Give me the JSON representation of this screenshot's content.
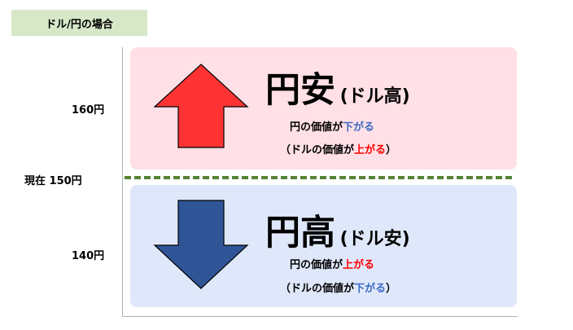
{
  "title_tag": "ドル/円の場合",
  "axis": {
    "tick_160": "160円",
    "tick_current": "現在 150円",
    "tick_140": "140円"
  },
  "yen_weak": {
    "heading": "円安",
    "heading_paren": "(ドル高)",
    "line1_prefix": "円の価値が",
    "line1_keyword": "下がる",
    "line2_prefix": "（ドルの価値が",
    "line2_keyword": "上がる",
    "line2_suffix": "）"
  },
  "yen_strong": {
    "heading": "円高",
    "heading_paren": "(ドル安)",
    "line1_prefix": "円の価値が",
    "line1_keyword": "上がる",
    "line2_prefix": "（ドルの価値が",
    "line2_keyword": "下がる",
    "line2_suffix": "）"
  },
  "colors": {
    "up_arrow": "#ff3333",
    "down_arrow": "#2f5597",
    "up_panel": "#ffe0e6",
    "down_panel": "#dfe8fa",
    "current_line": "#548235",
    "tag_bg": "#d6e8c8",
    "keyword_up": "#ff0000",
    "keyword_down": "#3b6ac4"
  }
}
